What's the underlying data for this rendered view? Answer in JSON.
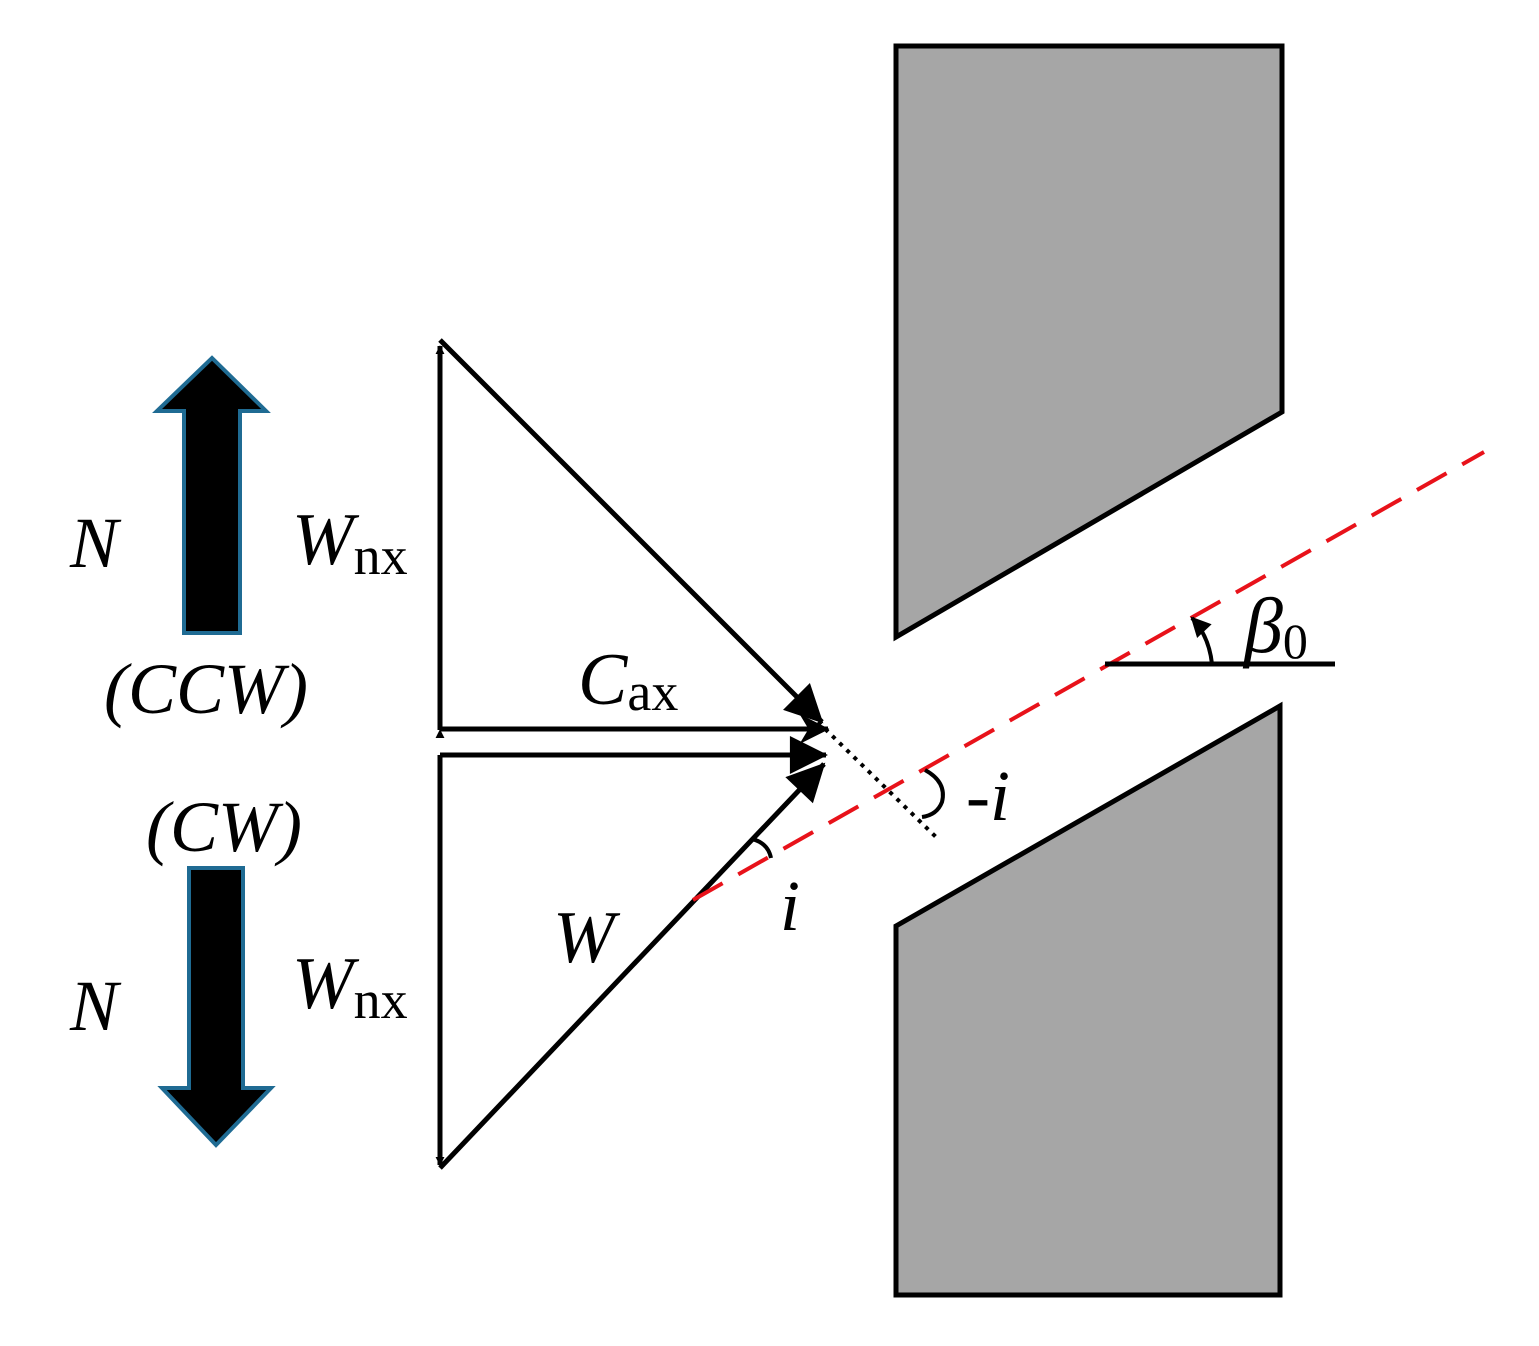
{
  "labels": {
    "n_top": "N",
    "ccw": "(CCW)",
    "cw": "(CW)",
    "n_bottom": "N",
    "w_nx_top_main": "W",
    "w_nx_top_sub": "nx",
    "w_nx_bottom_main": "W",
    "w_nx_bottom_sub": "nx",
    "c_ax_main": "C",
    "c_ax_sub": "ax",
    "w": "W",
    "i": "i",
    "neg_i": "-i",
    "beta_main": "β",
    "beta_sub": "0"
  },
  "colors": {
    "blade_fill": "#a6a6a6",
    "rotation_arrow_fill": "#000000",
    "rotation_arrow_outline": "#1f6b93",
    "inlet_angle_line": "#e8121a",
    "vector_lines": "#000000"
  }
}
